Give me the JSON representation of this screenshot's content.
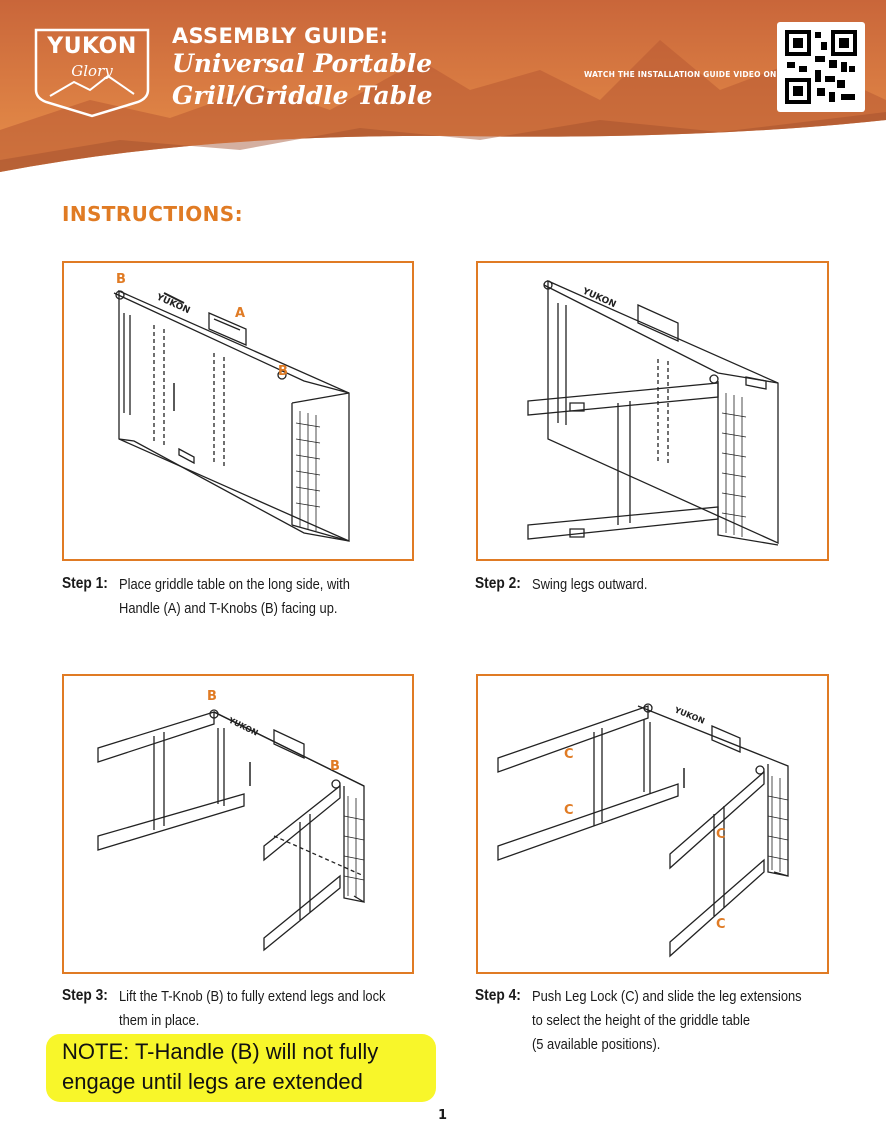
{
  "header": {
    "logo": {
      "brand": "YUKON",
      "script": "Glory"
    },
    "title_small": "ASSEMBLY GUIDE:",
    "title_line1": "Universal Portable",
    "title_line2": "Grill/Griddle Table",
    "video_text": "WATCH THE INSTALLATION GUIDE VIDEO ONLINE!",
    "qr_icon": "qr-code-icon"
  },
  "instructions_heading": "INSTRUCTIONS:",
  "steps": [
    {
      "label": "Step 1:",
      "lines": [
        "Place griddle table on the long side, with",
        "Handle (A) and T-Knobs (B) facing up."
      ],
      "callouts": [
        "B",
        "A",
        "B"
      ]
    },
    {
      "label": "Step 2:",
      "lines": [
        "Swing legs outward."
      ],
      "callouts": []
    },
    {
      "label": "Step 3:",
      "lines": [
        "Lift the T-Knob (B) to fully extend legs and lock",
        "them in place."
      ],
      "callouts": [
        "B",
        "B"
      ]
    },
    {
      "label": "Step 4:",
      "lines": [
        "Push Leg Lock (C) and slide the leg extensions",
        "to select the height of the griddle table",
        "(5 available positions)."
      ],
      "callouts": [
        "C",
        "C",
        "C",
        "C"
      ]
    }
  ],
  "note": {
    "line1": "NOTE: T-Handle (B) will not fully",
    "line2": "engage until legs are extended"
  },
  "page_number": "1",
  "colors": {
    "accent": "#e07b24",
    "banner": "#d9763a",
    "highlight": "#f8f62a"
  }
}
